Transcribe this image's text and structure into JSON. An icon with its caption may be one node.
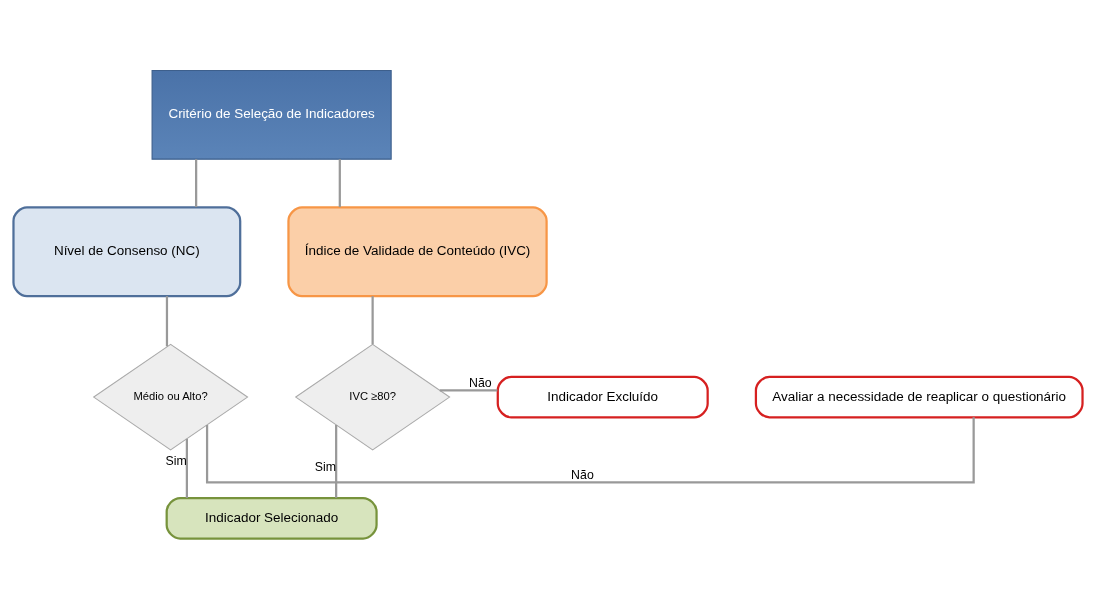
{
  "diagram": {
    "nodes": [
      {
        "text": [
          "Critério de Seleção de Indicadores"
        ]
      },
      {
        "text": [
          "Nível de Consenso (NC)"
        ]
      },
      {
        "text": [
          "Índice de Validade de Conteúdo (IVC)"
        ]
      },
      {
        "text": [
          "Avaliar a necessidade de reaplicar o questionário"
        ]
      },
      {
        "text": [
          "Médio ou Alto?"
        ]
      },
      {
        "text": [
          "IVC ≥80?"
        ]
      },
      {
        "text": [
          "Indicador Excluído"
        ]
      },
      {
        "text": [
          "Indicador Selecionado"
        ]
      }
    ],
    "edges": [
      {
        "from": 0,
        "to": 1,
        "arrow": "none"
      },
      {
        "from": 0,
        "to": 2,
        "arrow": "none"
      },
      {
        "from": 1,
        "to": 4,
        "arrow": "none"
      },
      {
        "from": 2,
        "to": 5,
        "arrow": "none"
      },
      {
        "from": 4,
        "to": 3,
        "label": "Não",
        "arrow": "none"
      },
      {
        "from": 5,
        "to": 6,
        "label": "Não",
        "arrow": "none"
      },
      {
        "from": 4,
        "to": 7,
        "label": "Sim",
        "arrow": "none"
      },
      {
        "from": 5,
        "to": 7,
        "label": "Sim",
        "arrow": "none"
      }
    ]
  }
}
